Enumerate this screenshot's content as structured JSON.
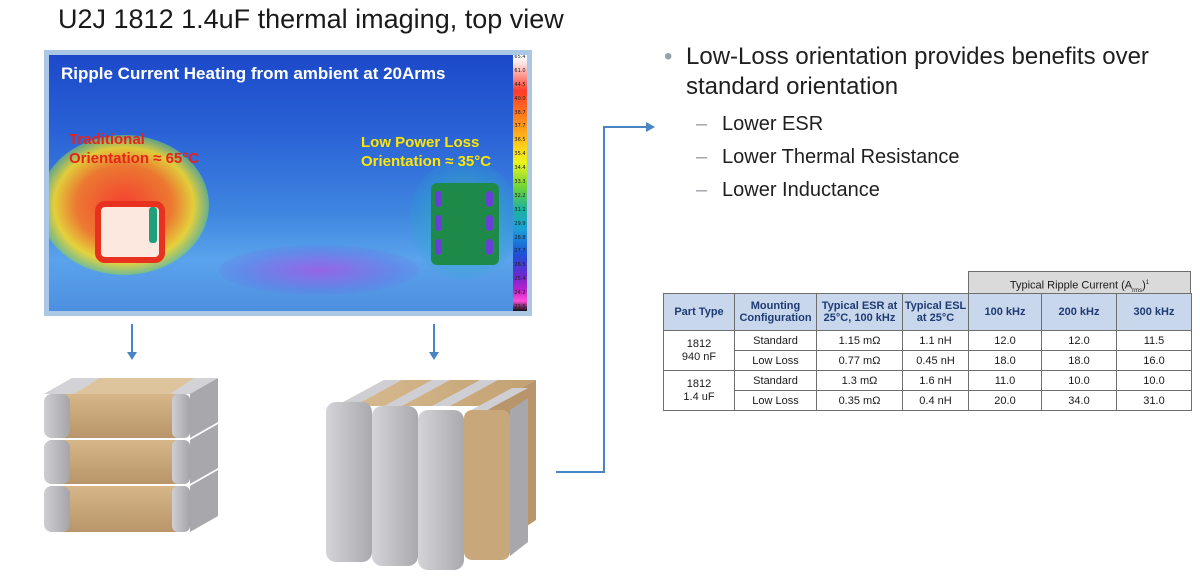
{
  "slide": {
    "title": "U2J 1812 1.4uF thermal imaging, top view"
  },
  "thermal": {
    "heading": "Ripple Current Heating from ambient at 20Arms",
    "traditional_label_line1": "Traditional",
    "traditional_label_line2": "Orientation ≈ 65°C",
    "lowloss_label_line1": "Low Power Loss",
    "lowloss_label_line2": "Orientation ≈ 35°C",
    "colorbar_ticks": [
      "65.4",
      "61.0",
      "44.5",
      "40.0",
      "38.7",
      "37.7",
      "36.5",
      "35.4",
      "34.4",
      "33.3",
      "32.2",
      "31.1",
      "29.9",
      "28.8",
      "27.7",
      "26.5",
      "25.4",
      "24.2",
      "22.5"
    ]
  },
  "bullets": {
    "main": "Low-Loss orientation provides benefits over standard orientation",
    "sub": [
      "Lower ESR",
      "Lower Thermal Resistance",
      "Lower Inductance"
    ]
  },
  "table": {
    "group_header": "Typical Ripple Current (A",
    "group_header_sub": "rms",
    "group_header_tail": ")",
    "group_header_sup": "1",
    "columns": {
      "part_type": "Part Type",
      "mounting_line1": "Mounting",
      "mounting_line2": "Configuration",
      "esr_line1": "Typical ESR at",
      "esr_line2": "25°C, 100 kHz",
      "esl_line1": "Typical ESL",
      "esl_line2": "at 25°C",
      "f100": "100 kHz",
      "f200": "200 kHz",
      "f300": "300 kHz"
    },
    "groups": [
      {
        "part_line1": "1812",
        "part_line2": "940 nF",
        "rows": [
          {
            "mounting": "Standard",
            "esr": "1.15 mΩ",
            "esl": "1.1 nH",
            "f100": "12.0",
            "f200": "12.0",
            "f300": "11.5"
          },
          {
            "mounting": "Low Loss",
            "esr": "0.77 mΩ",
            "esl": "0.45 nH",
            "f100": "18.0",
            "f200": "18.0",
            "f300": "16.0"
          }
        ]
      },
      {
        "part_line1": "1812",
        "part_line2": "1.4 uF",
        "rows": [
          {
            "mounting": "Standard",
            "esr": "1.3 mΩ",
            "esl": "1.6 nH",
            "f100": "11.0",
            "f200": "10.0",
            "f300": "10.0"
          },
          {
            "mounting": "Low Loss",
            "esr": "0.35 mΩ",
            "esl": "0.4 nH",
            "f100": "20.0",
            "f200": "34.0",
            "f300": "31.0"
          }
        ]
      }
    ]
  },
  "colors": {
    "arrow": "#4a84c4",
    "ceramic_body": "#c9a87c",
    "terminal": "#b9b9bd",
    "table_header_bg": "#c9d7ec"
  }
}
